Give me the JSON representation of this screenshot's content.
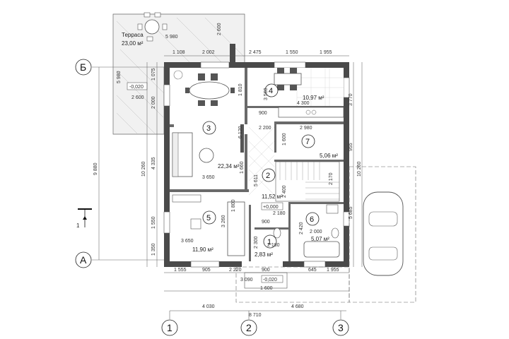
{
  "terrace": {
    "name": "Терраса",
    "area": "23,00 м²",
    "level": "-0,020"
  },
  "rooms": [
    {
      "num": "1",
      "area": "2,83 м²"
    },
    {
      "num": "2",
      "area": "11,52 м²"
    },
    {
      "num": "3",
      "area": "22,34 м²"
    },
    {
      "num": "4",
      "area": "10,97 м²"
    },
    {
      "num": "5",
      "area": "11,90 м²"
    },
    {
      "num": "6",
      "area": "5,07 м²"
    },
    {
      "num": "7",
      "area": "5,06 м²"
    }
  ],
  "levels": {
    "floor": "+0,000",
    "entrance": "-0,020"
  },
  "axes": {
    "vertical": [
      "1",
      "2",
      "3"
    ],
    "horizontal": [
      "Б",
      "А"
    ]
  },
  "section_mark": "1",
  "dims_top": [
    "1 108",
    "2 002",
    "2 475",
    "1 550",
    "1 955"
  ],
  "dims_bottom_row1": [
    "1 555",
    "905",
    "2 220",
    "900",
    "645",
    "1 955"
  ],
  "dims_bottom_row2": [
    "3 090",
    "1 600"
  ],
  "dims_bottom_row3": [
    "4 030",
    "4 680"
  ],
  "dims_bottom_total": "8 710",
  "dims_left": [
    "1 075",
    "2 000",
    "4 335",
    "1 550",
    "1 350"
  ],
  "dims_left_outer": [
    "10 260",
    "9 880"
  ],
  "dims_right": [
    "3 770",
    "955",
    "5 685",
    "10 260"
  ],
  "dims_inner": [
    "5 980",
    "2 600",
    "5 980",
    "2 600",
    "1 810",
    "3 560",
    "4 300",
    "900",
    "6 120",
    "2 200",
    "2 980",
    "1 600",
    "3 650",
    "1 660",
    "5 611",
    "2 170",
    "2 400",
    "2 180",
    "900",
    "2 420",
    "2 000",
    "2 300",
    "2 180",
    "3 650",
    "3 260",
    "1 800"
  ]
}
